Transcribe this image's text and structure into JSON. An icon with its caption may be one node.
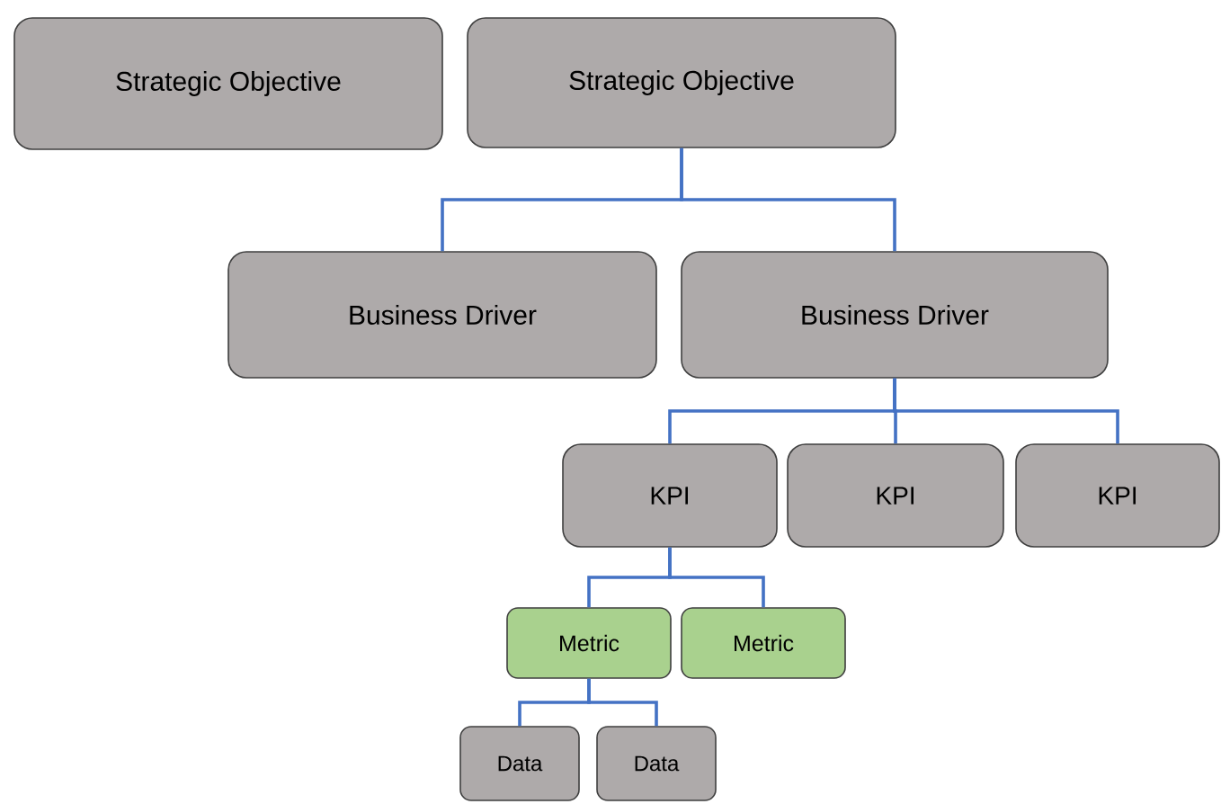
{
  "diagram": {
    "nodes": [
      {
        "text": [
          "Strategic Objective"
        ]
      },
      {
        "text": [
          "Strategic Objective"
        ]
      },
      {
        "text": [
          "Business Driver"
        ]
      },
      {
        "text": [
          "Business Driver"
        ]
      },
      {
        "text": [
          "KPI"
        ]
      },
      {
        "text": [
          "KPI"
        ]
      },
      {
        "text": [
          "KPI"
        ]
      },
      {
        "text": [
          "Metric"
        ]
      },
      {
        "text": [
          "Metric"
        ]
      },
      {
        "text": [
          "Data"
        ]
      },
      {
        "text": [
          "Data"
        ]
      }
    ],
    "edges": [
      {
        "from": 1,
        "to": 2,
        "arrow": "none"
      },
      {
        "from": 1,
        "to": 3,
        "arrow": "none"
      },
      {
        "from": 3,
        "to": 4,
        "arrow": "none"
      },
      {
        "from": 3,
        "to": 5,
        "arrow": "none"
      },
      {
        "from": 3,
        "to": 6,
        "arrow": "none"
      },
      {
        "from": 4,
        "to": 7,
        "arrow": "none"
      },
      {
        "from": 4,
        "to": 8,
        "arrow": "none"
      },
      {
        "from": 7,
        "to": 9,
        "arrow": "none"
      },
      {
        "from": 7,
        "to": 10,
        "arrow": "none"
      }
    ]
  }
}
